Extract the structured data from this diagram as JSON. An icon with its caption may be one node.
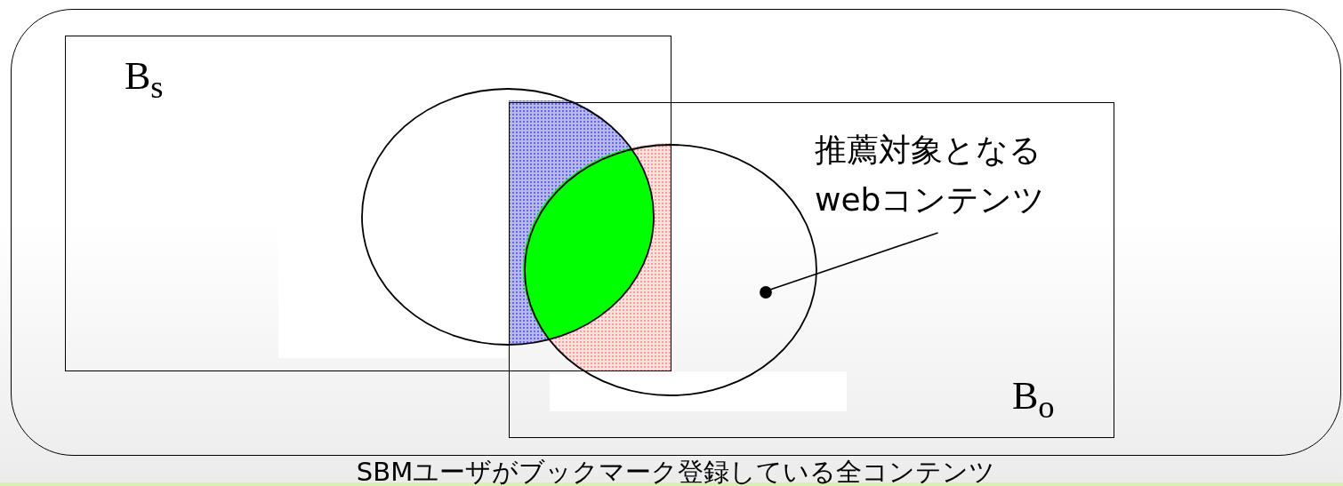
{
  "diagram": {
    "nodes": [
      {
        "text": [
          "SBMユーザがブックマーク登録している全コンテンツ"
        ]
      },
      {
        "text": [
          "B$_{s}$"
        ],
        "in": 0
      },
      {
        "text": [
          "B$_{o}$"
        ],
        "in": 0
      },
      {
        "text": [],
        "shape": "circle",
        "in": 1
      },
      {
        "text": [],
        "shape": "circle",
        "in": 2
      },
      {
        "text": [
          "推薦対象となるwebコンテンツ"
        ],
        "in": 2
      },
      {
        "text": [],
        "shape": "circle",
        "in": 4
      }
    ],
    "edges": [
      {
        "from": 5,
        "to": 6,
        "arrow": "none"
      }
    ]
  }
}
